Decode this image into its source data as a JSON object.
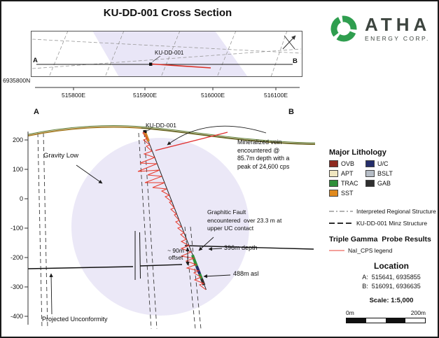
{
  "window": {
    "title": "KU-DD-001 Cross Section"
  },
  "logo": {
    "brand": "ATHA",
    "sub": "ENERGY CORP."
  },
  "map": {
    "a": "A",
    "b": "B",
    "hole": "KU-DD-001",
    "northing": "6935800N",
    "eastings": [
      "515800E",
      "515900E",
      "516000E",
      "516100E"
    ]
  },
  "section": {
    "a": "A",
    "b": "B",
    "hole": "KU-DD-001",
    "yticks": [
      "200",
      "100",
      "0",
      "-100",
      "-200",
      "-300",
      "-400"
    ],
    "gravity_low": "Gravity Low",
    "mineralized": "Mineralized vein\nencountered @\n85.7m depth with a\npeak of 24,600 cps",
    "graphitic": "Graphitic Fault\nencountered  over 23.3 m at\nupper UC contact",
    "offset": "~ 90m\noffset",
    "depth": "396m depth",
    "asl": "488m asl",
    "unconformity": "Projected Unconformity"
  },
  "legend": {
    "lithology_title": "Major Lithology",
    "lithology": [
      {
        "label": "OVB",
        "color": "#8e2a20"
      },
      {
        "label": "U/C",
        "color": "#252e6b"
      },
      {
        "label": "APT",
        "color": "#efe6c0"
      },
      {
        "label": "BSLT",
        "color": "#b6bdc6"
      },
      {
        "label": "TRAC",
        "color": "#2f8f3a"
      },
      {
        "label": "GAB",
        "color": "#2f2f2f"
      },
      {
        "label": "SST",
        "color": "#e08a1e"
      }
    ],
    "structure_regional": "Interpreted Regional Structure",
    "structure_minz": "KU-DD-001 Minz Structure",
    "gamma_title": "Triple Gamma  Probe Results",
    "gamma_item": "NaI_CPS legend",
    "location_title": "Location",
    "location_a": "A:  515641, 6935855",
    "location_b": "B:  516091, 6936635",
    "scale_text": "Scale: 1:5,000",
    "scale_left": "0m",
    "scale_right": "200m"
  },
  "colors": {
    "anomaly_fill": "#d7d1f0",
    "gamma_trace": "#e8392a",
    "vein": "#e03030",
    "logo_green": "#2f9e4f"
  }
}
